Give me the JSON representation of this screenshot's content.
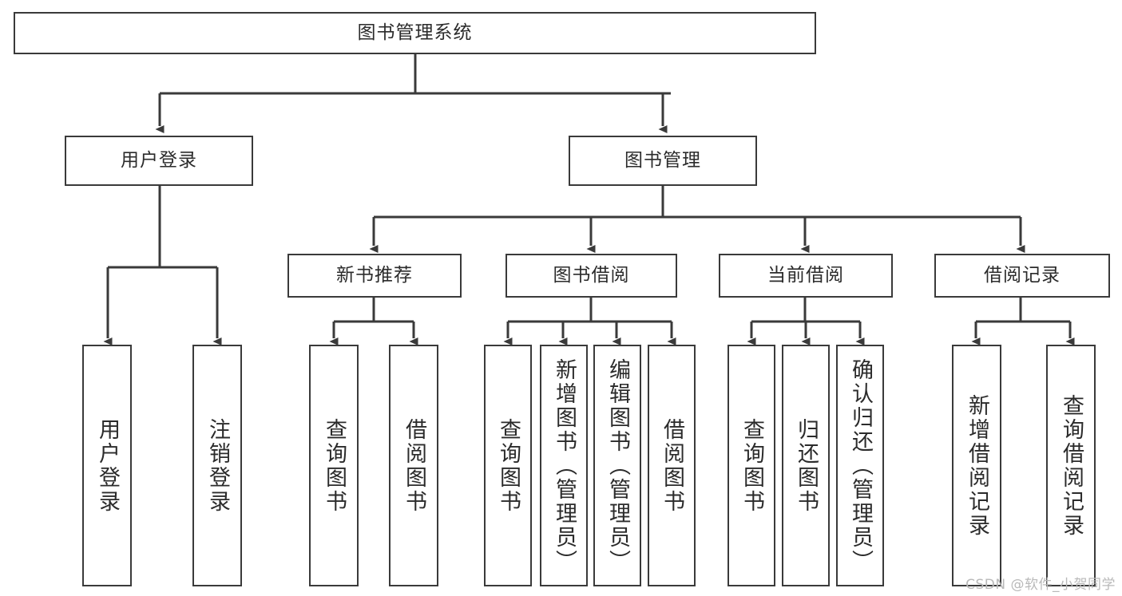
{
  "diagram": {
    "type": "tree-hierarchy",
    "title": "图书管理系统",
    "root": {
      "label": "图书管理系统"
    },
    "level2": [
      {
        "label": "用户登录"
      },
      {
        "label": "图书管理"
      }
    ],
    "level3": [
      {
        "label": "新书推荐"
      },
      {
        "label": "图书借阅"
      },
      {
        "label": "当前借阅"
      },
      {
        "label": "借阅记录"
      }
    ],
    "leaves": {
      "user_login": [
        {
          "label": "用户登录"
        },
        {
          "label": "注销登录"
        }
      ],
      "new_book_recommend": [
        {
          "label": "查询图书"
        },
        {
          "label": "借阅图书"
        }
      ],
      "book_borrow": [
        {
          "label": "查询图书"
        },
        {
          "label": "新增图书（管理员）"
        },
        {
          "label": "编辑图书（管理员）"
        },
        {
          "label": "借阅图书"
        }
      ],
      "current_borrow": [
        {
          "label": "查询图书"
        },
        {
          "label": "归还图书"
        },
        {
          "label": "确认归还（管理员）"
        }
      ],
      "borrow_record": [
        {
          "label": "新增借阅记录"
        },
        {
          "label": "查询借阅记录"
        }
      ]
    }
  },
  "watermark": {
    "text": "CSDN @软件_小贺同学"
  },
  "colors": {
    "stroke": "#3a3a3a",
    "text": "#2b2b2b",
    "background": "#ffffff",
    "watermark": "#b9b9b9"
  }
}
